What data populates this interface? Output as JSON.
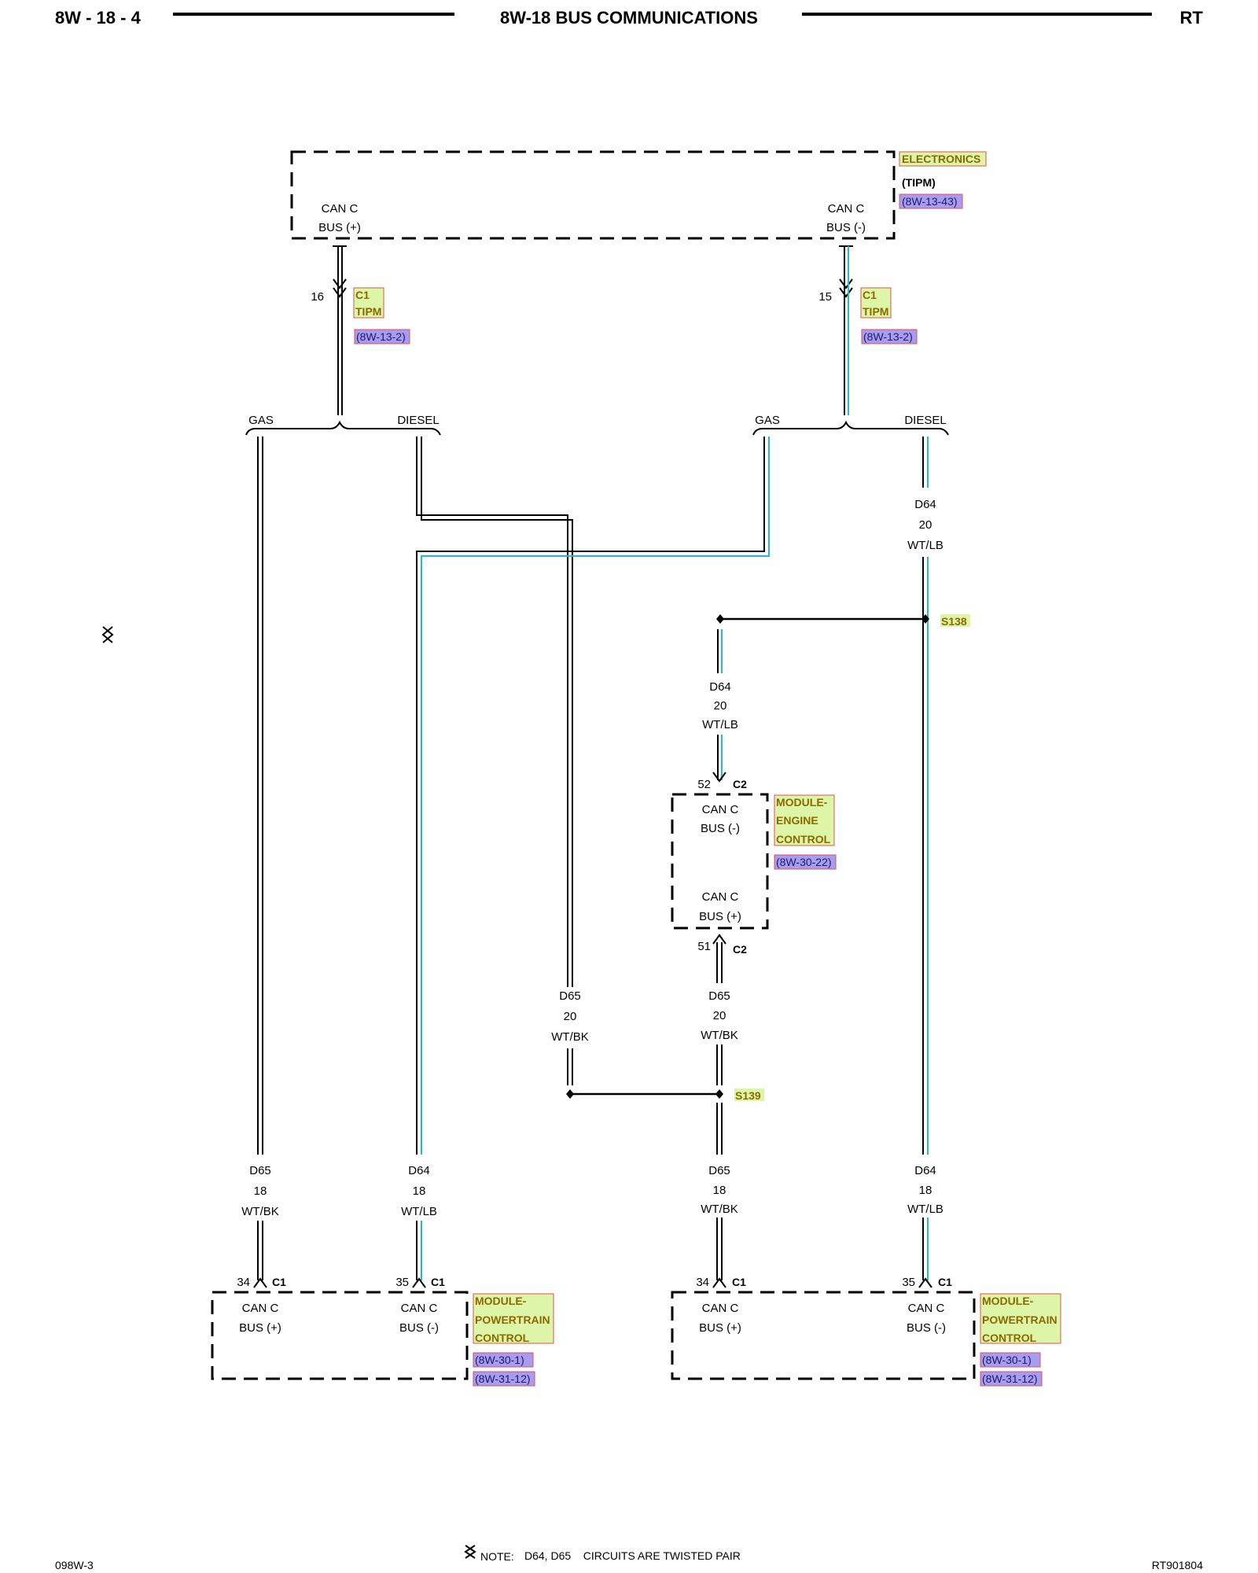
{
  "header": {
    "page_code": "8W - 18 - 4",
    "title": "8W-18 BUS COMMUNICATIONS",
    "variant": "RT"
  },
  "tipm": {
    "name_line1": "ELECTRONICS",
    "name_line2": "(TIPM)",
    "ref": "(8W-13-43)",
    "pin_left_line1": "CAN C",
    "pin_left_line2": "BUS (+)",
    "pin_right_line1": "CAN C",
    "pin_right_line2": "BUS (-)"
  },
  "tipm_connector_left": {
    "pin": "16",
    "conn": "C1",
    "conn_name": "TIPM",
    "ref": "(8W-13-2)"
  },
  "tipm_connector_right": {
    "pin": "15",
    "conn": "C1",
    "conn_name": "TIPM",
    "ref": "(8W-13-2)"
  },
  "branches": {
    "left_gas": "GAS",
    "left_diesel": "DIESEL",
    "right_gas": "GAS",
    "right_diesel": "DIESEL"
  },
  "wires": {
    "d64_diesel_upper": [
      "D64",
      "20",
      "WT/LB"
    ],
    "d64_ecm_upper": [
      "D64",
      "20",
      "WT/LB"
    ],
    "d65_left_mid": [
      "D65",
      "20",
      "WT/BK"
    ],
    "d65_ecm_lower": [
      "D65",
      "20",
      "WT/BK"
    ],
    "d65_pcm_gas": [
      "D65",
      "18",
      "WT/BK"
    ],
    "d64_pcm_gas": [
      "D64",
      "18",
      "WT/LB"
    ],
    "d65_pcm_diesel": [
      "D65",
      "18",
      "WT/BK"
    ],
    "d64_pcm_diesel": [
      "D64",
      "18",
      "WT/LB"
    ]
  },
  "splices": {
    "s138": "S138",
    "s139": "S139"
  },
  "ecm": {
    "name_line1": "MODULE-",
    "name_line2": "ENGINE",
    "name_line3": "CONTROL",
    "ref": "(8W-30-22)",
    "pin_top": "52",
    "conn_top": "C2",
    "pin_bottom": "51",
    "conn_bottom": "C2",
    "bus_minus_line1": "CAN C",
    "bus_minus_line2": "BUS (-)",
    "bus_plus_line1": "CAN C",
    "bus_plus_line2": "BUS (+)"
  },
  "pcm_gas": {
    "name_line1": "MODULE-",
    "name_line2": "POWERTRAIN",
    "name_line3": "CONTROL",
    "ref1": "(8W-30-1)",
    "ref2": "(8W-31-12)",
    "pin_plus": "34",
    "conn_plus": "C1",
    "pin_minus": "35",
    "conn_minus": "C1",
    "bus_plus_line1": "CAN C",
    "bus_plus_line2": "BUS (+)",
    "bus_minus_line1": "CAN C",
    "bus_minus_line2": "BUS (-)"
  },
  "pcm_diesel": {
    "name_line1": "MODULE-",
    "name_line2": "POWERTRAIN",
    "name_line3": "CONTROL",
    "ref1": "(8W-30-1)",
    "ref2": "(8W-31-12)",
    "pin_plus": "34",
    "conn_plus": "C1",
    "pin_minus": "35",
    "conn_minus": "C1",
    "bus_plus_line1": "CAN C",
    "bus_plus_line2": "BUS (+)",
    "bus_minus_line1": "CAN C",
    "bus_minus_line2": "BUS (-)"
  },
  "footer": {
    "left_code": "098W-3",
    "note_label": "NOTE:",
    "note_text": "D64, D65    CIRCUITS ARE TWISTED PAIR",
    "right_code": "RT901804"
  },
  "colors": {
    "tag_fill": "#ddf5a6",
    "tag_border": "#e05050",
    "ref_fill": "#a79cf0",
    "ref_border": "#e05050",
    "wire_lb": "#29b6d3",
    "wire": "#000000"
  },
  "icons": [
    "twisted-pair-icon"
  ]
}
